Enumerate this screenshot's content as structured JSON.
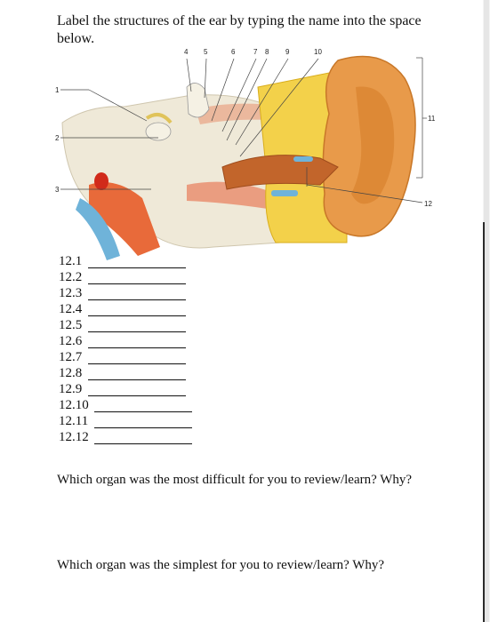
{
  "instruction": "Label the structures of the ear by typing the name into the space below.",
  "figure": {
    "label_1": "1",
    "label_2": "2",
    "label_3": "3",
    "label_4": "4",
    "label_5": "5",
    "label_6": "6",
    "label_7": "7",
    "label_8": "8",
    "label_9": "9",
    "label_10": "10",
    "label_11": "11",
    "label_12": "12"
  },
  "answers": [
    {
      "num": "12.1"
    },
    {
      "num": "12.2"
    },
    {
      "num": "12.3"
    },
    {
      "num": "12.4"
    },
    {
      "num": "12.5"
    },
    {
      "num": "12.6"
    },
    {
      "num": "12.7"
    },
    {
      "num": "12.8"
    },
    {
      "num": "12.9"
    },
    {
      "num": "12.10"
    },
    {
      "num": "12.11"
    },
    {
      "num": "12.12"
    }
  ],
  "questions": {
    "q1": "Which organ was the most difficult for you to review/learn? Why?",
    "q2": "Which organ was the simplest for you to review/learn? Why?"
  }
}
